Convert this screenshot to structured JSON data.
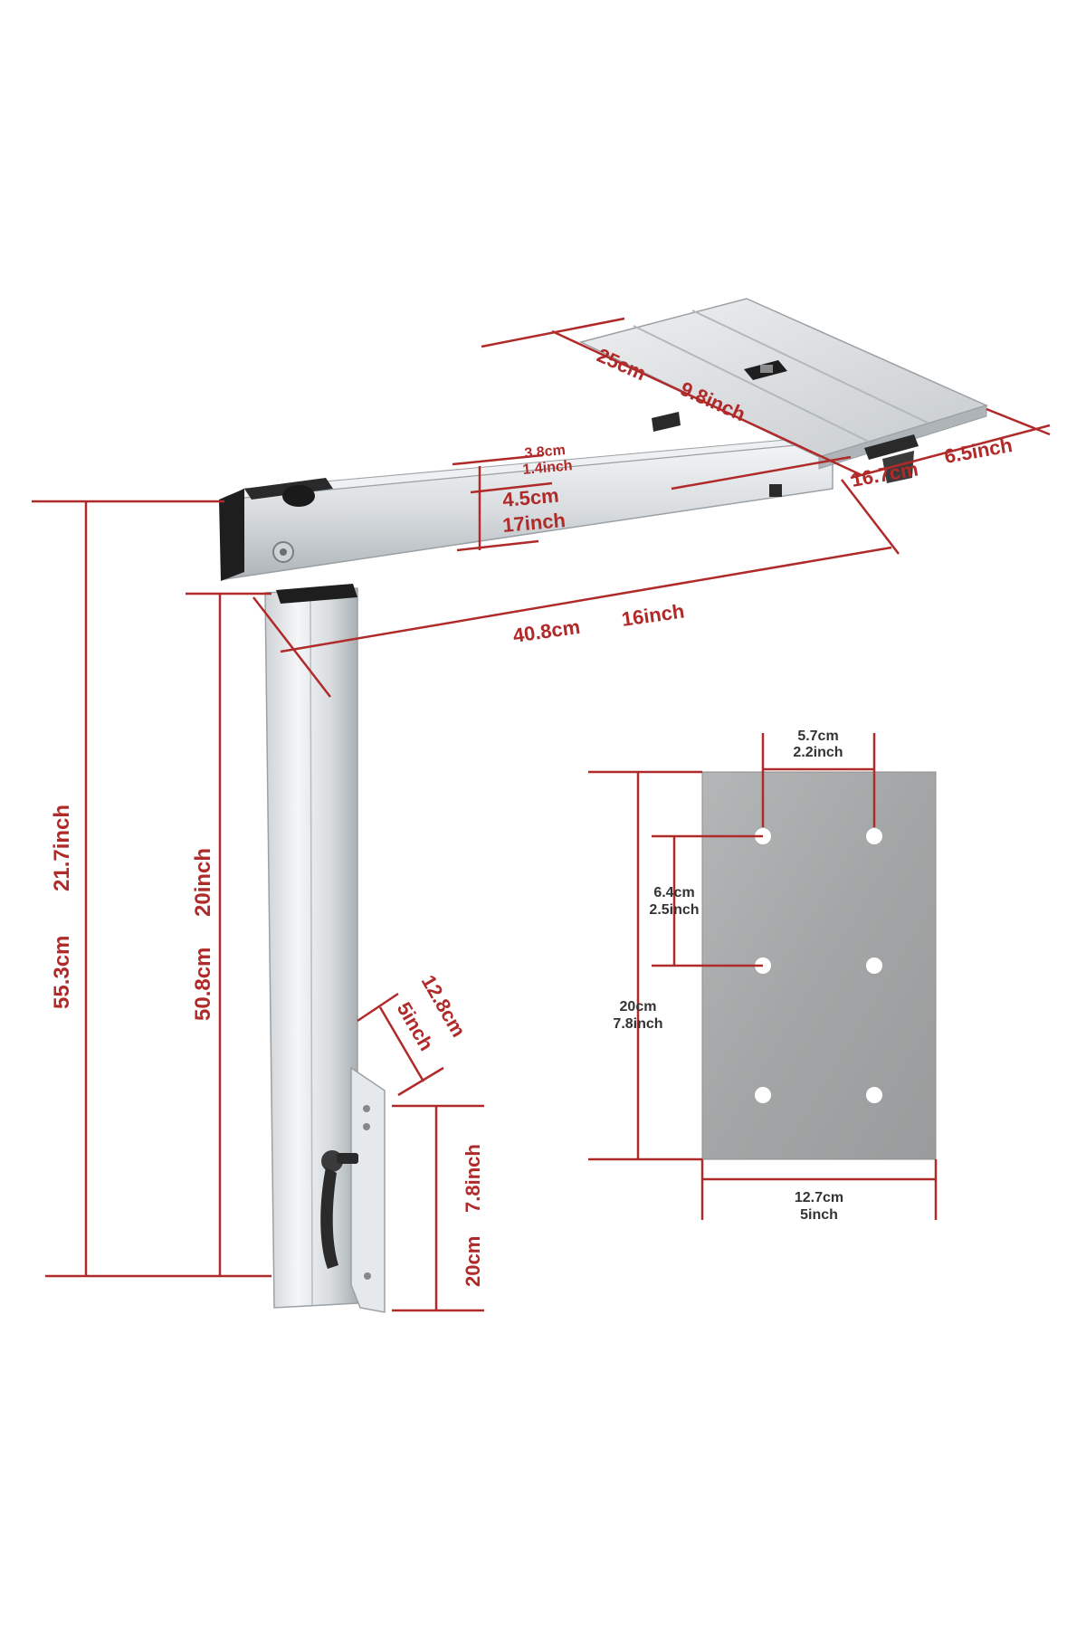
{
  "colors": {
    "dimension_red": "#b02a2a",
    "metal_light": "#e9ecee",
    "metal_mid": "#c4c9cd",
    "metal_dark": "#8f969b",
    "plate_gray": "#a7a9aa",
    "knob_black": "#2a2a2a"
  },
  "dimensions": {
    "top_plate_length_cm": "25cm",
    "top_plate_length_in": "9.8inch",
    "top_plate_width_cm": "16.7cm",
    "top_plate_width_in": "6.5inch",
    "arm_side_cm": "3.8cm",
    "arm_side_in": "1.4inch",
    "arm_height_cm": "4.5cm",
    "arm_height_in": "17inch",
    "arm_length_cm": "40.8cm",
    "arm_length_in": "16inch",
    "total_height_cm": "55.3cm",
    "total_height_in": "21.7inch",
    "post_height_cm": "50.8cm",
    "post_height_in": "20inch",
    "bracket_width_cm": "12.8cm",
    "bracket_width_in": "5inch",
    "bracket_height_cm": "20cm",
    "bracket_height_in": "7.8inch"
  },
  "mount_plate": {
    "hole_spacing_h_cm": "5.7cm",
    "hole_spacing_h_in": "2.2inch",
    "hole_spacing_v_cm": "6.4cm",
    "hole_spacing_v_in": "2.5inch",
    "height_cm": "20cm",
    "height_in": "7.8inch",
    "width_cm": "12.7cm",
    "width_in": "5inch"
  }
}
